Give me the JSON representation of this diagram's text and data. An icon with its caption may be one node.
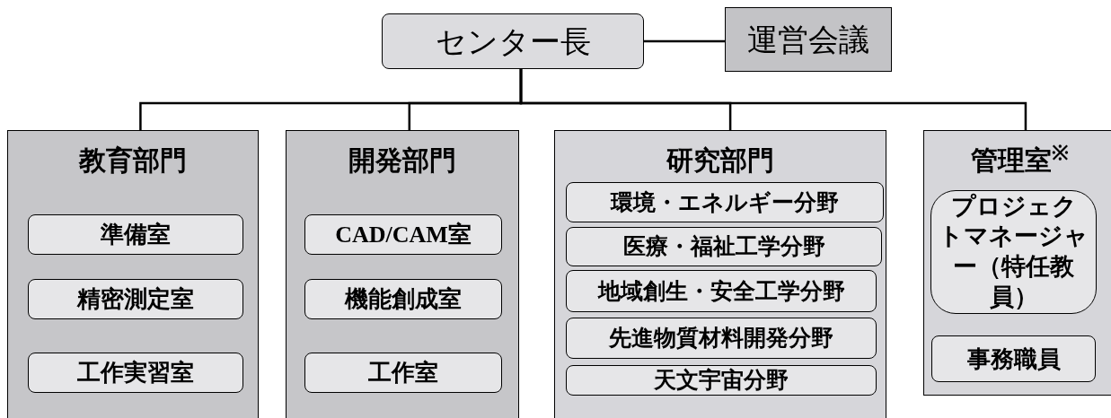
{
  "diagram": {
    "nodes": [
      {
        "text": [
          "センター長"
        ]
      },
      {
        "text": [
          "運営会議"
        ]
      },
      {
        "text": [
          "教育部門"
        ]
      },
      {
        "text": [
          "準備室"
        ],
        "in": 2
      },
      {
        "text": [
          "精密測定室"
        ],
        "in": 2
      },
      {
        "text": [
          "工作実習室"
        ],
        "in": 2
      },
      {
        "text": [
          "開発部門"
        ]
      },
      {
        "text": [
          "CAD/CAM室"
        ],
        "in": 6
      },
      {
        "text": [
          "機能創成室"
        ],
        "in": 6
      },
      {
        "text": [
          "工作室"
        ],
        "in": 6
      },
      {
        "text": [
          "研究部門"
        ]
      },
      {
        "text": [
          "環境・エネルギー分野"
        ],
        "in": 10
      },
      {
        "text": [
          "医療・福祉工学分野"
        ],
        "in": 10
      },
      {
        "text": [
          "地域創生・安全工学分野"
        ],
        "in": 10
      },
      {
        "text": [
          "先進物質材料開発分野"
        ],
        "in": 10
      },
      {
        "text": [
          "天文宇宙分野"
        ],
        "in": 10
      },
      {
        "text": [
          "管理室$^{※}$"
        ]
      },
      {
        "text": [
          "プロジェクトマネージャー（特任教員）"
        ],
        "in": 16
      },
      {
        "text": [
          "事務職員"
        ],
        "in": 16
      }
    ],
    "edges": [
      {
        "from": 0,
        "to": 1,
        "arrow": "none"
      },
      {
        "from": 0,
        "to": 2,
        "arrow": "none"
      },
      {
        "from": 0,
        "to": 6,
        "arrow": "none"
      },
      {
        "from": 0,
        "to": 10,
        "arrow": "none"
      },
      {
        "from": 0,
        "to": 16,
        "arrow": "none"
      }
    ]
  }
}
